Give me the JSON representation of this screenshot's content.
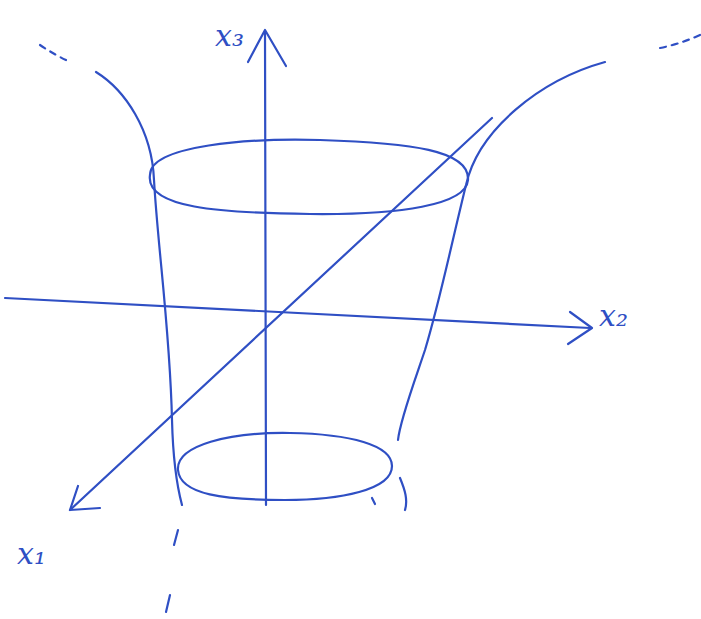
{
  "diagram": {
    "labels": [
      "x₃",
      "x₂",
      "x₁"
    ]
  }
}
